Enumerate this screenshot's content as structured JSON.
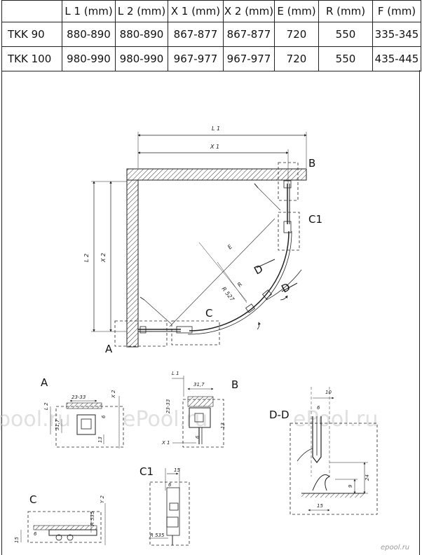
{
  "table": {
    "headers": [
      "",
      "L 1 (mm)",
      "L 2 (mm)",
      "X 1 (mm)",
      "X 2 (mm)",
      "E  (mm)",
      "R (mm)",
      "F (mm)"
    ],
    "rows": [
      [
        "TKK 90",
        "880-890",
        "880-890",
        "867-877",
        "867-877",
        "720",
        "550",
        "335-345"
      ],
      [
        "TKK 100",
        "980-990",
        "980-990",
        "967-977",
        "967-977",
        "720",
        "550",
        "435-445"
      ]
    ]
  },
  "main_drawing": {
    "dim_l1": "L 1",
    "dim_x1": "X 1",
    "dim_l2": "L 2",
    "dim_x2": "X 2",
    "dim_e": "E",
    "dim_r": "R",
    "dim_r527": "R 527",
    "section_mark": "D",
    "callouts": {
      "a": "A",
      "b": "B",
      "c": "C",
      "c1": "C1"
    }
  },
  "detail_a": {
    "title": "A",
    "dims": {
      "d1": "23-33",
      "d2": "X 2",
      "d3": "L 2",
      "d4": "31,7",
      "d5": "6",
      "d6": "13"
    }
  },
  "detail_b": {
    "title": "B",
    "dims": {
      "d1": "L 1",
      "d2": "31,7",
      "d3": "23-33",
      "d4": "13",
      "d5": "6",
      "d6": "X 1"
    }
  },
  "detail_dd": {
    "title": "D-D",
    "dims": {
      "d1": "10",
      "d2": "6",
      "d3": "24",
      "d4": "9",
      "d5": "15"
    }
  },
  "detail_c": {
    "title": "C",
    "dims": {
      "d1": "Y 2",
      "d2": "R 535",
      "d3": "6",
      "d4": "15"
    }
  },
  "detail_c1": {
    "title": "C1",
    "dims": {
      "d1": "15",
      "d2": "6",
      "d3": "R 535"
    }
  },
  "watermarks": [
    "pool.ru",
    "ePool.ru",
    "ePool.ru"
  ],
  "logo": "epool.ru",
  "colors": {
    "line": "#222222",
    "watermark": "#c8c8c8",
    "background": "#ffffff"
  }
}
